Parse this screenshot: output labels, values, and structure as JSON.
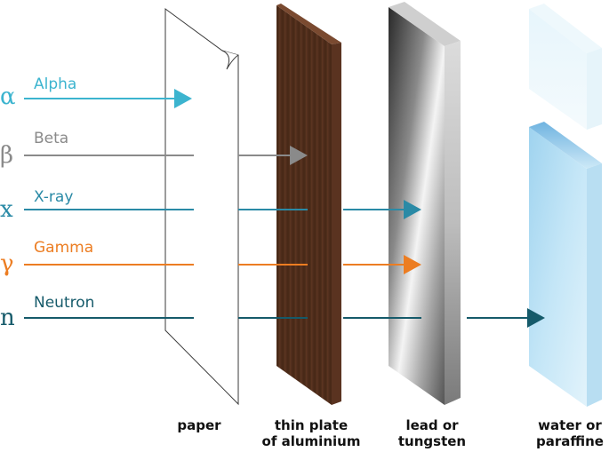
{
  "radiations": [
    {
      "symbol": "α",
      "name": "Alpha",
      "color": "#3cb4cf",
      "stops_at": 0
    },
    {
      "symbol": "β",
      "name": "Beta",
      "color": "#8a8a8a",
      "stops_at": 1
    },
    {
      "symbol": "x",
      "name": "X-ray",
      "color": "#2a8aa6",
      "stops_at": 2
    },
    {
      "symbol": "γ",
      "name": "Gamma",
      "color": "#ec7d22",
      "stops_at": 2
    },
    {
      "symbol": "n",
      "name": "Neutron",
      "color": "#155a6a",
      "stops_at": 3
    }
  ],
  "barriers": [
    {
      "line1": "paper",
      "line2": ""
    },
    {
      "line1": "thin plate",
      "line2": "of aluminium"
    },
    {
      "line1": "lead or",
      "line2": "tungsten"
    },
    {
      "line1": "water or",
      "line2": "paraffine"
    }
  ]
}
